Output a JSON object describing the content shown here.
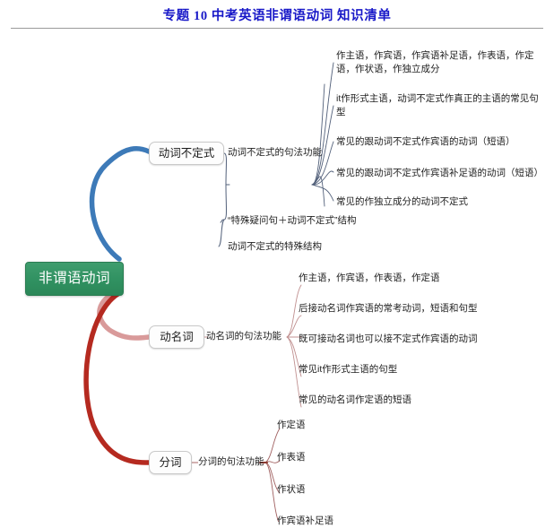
{
  "title": "专题 10  中考英语非谓语动词  知识清单",
  "colors": {
    "title": "#1818c8",
    "root_fill": "#309161",
    "branch_0": "#3d7ab8",
    "branch_1": "#d99a9a",
    "branch_2": "#b52a20",
    "connector": "#52607a"
  },
  "root": {
    "label": "非谓语动词"
  },
  "branches": [
    {
      "label": "动词不定式",
      "color": "#3d7ab8",
      "subs": [
        {
          "label": "动词不定式的句法功能",
          "leaves": [
            "作主语，作宾语，作宾语补足语，作表语，作定语，作状语，作独立成分",
            "it作形式主语，动词不定式作真正的主语的常见句型",
            "常见的跟动词不定式作宾语的动词（短语）",
            "常见的跟动词不定式作宾语补足语的动词（短语）",
            "常见的作独立成分的动词不定式"
          ]
        },
        {
          "label": "“特殊疑问句＋动词不定式”结构",
          "leaves": []
        },
        {
          "label": "动词不定式的特殊结构",
          "leaves": []
        }
      ]
    },
    {
      "label": "动名词",
      "color": "#d99a9a",
      "subs": [
        {
          "label": "动名词的句法功能",
          "leaves": [
            "作主语，作宾语，作表语，作定语",
            "后接动名词作宾语的常考动词，短语和句型",
            "既可接动名词也可以接不定式作宾语的动词",
            "常见it作形式主语的句型",
            "常见的动名词作定语的短语"
          ]
        }
      ]
    },
    {
      "label": "分词",
      "color": "#b52a20",
      "subs": [
        {
          "label": "分词的句法功能",
          "leaves": [
            "作定语",
            "作表语",
            "作状语",
            "作宾语补足语"
          ]
        }
      ]
    }
  ]
}
